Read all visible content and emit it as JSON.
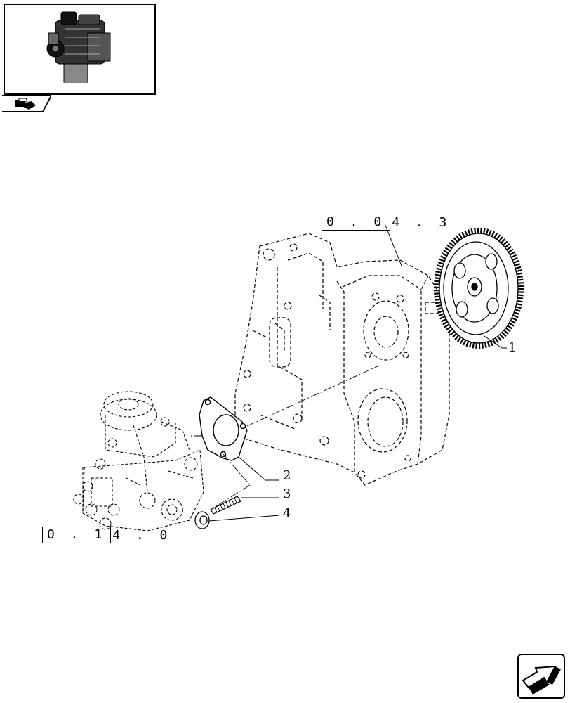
{
  "ref_top": {
    "boxed": "0 . 0",
    "rest": "4 . 3"
  },
  "ref_left": {
    "boxed": "0 . 1",
    "rest": "4 . 0"
  },
  "callouts": {
    "c1": "1",
    "c2": "2",
    "c3": "3",
    "c4": "4"
  },
  "icons": {
    "thumbnail": "engine-thumbnail-icon",
    "tab": "book-arrow-icon",
    "nav": "next-page-arrow-icon"
  }
}
